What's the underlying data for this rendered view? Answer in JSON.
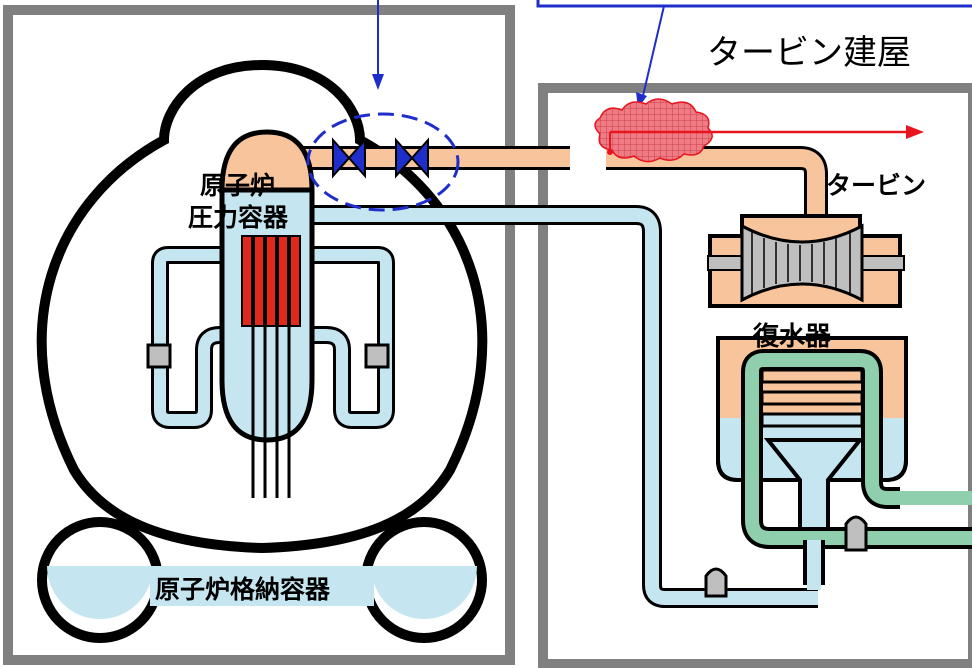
{
  "labels": {
    "turbine_building": "タービン建屋",
    "rpv_line1": "原子炉",
    "rpv_line2": "圧力容器",
    "turbine": "タービン",
    "condenser": "復水器",
    "containment": "原子炉格納容器"
  },
  "colors": {
    "building_wall": "#808080",
    "steam": "#f8c49c",
    "water": "#c5e6f0",
    "condensate": "#8fcfad",
    "valve": "#1f2ecb",
    "callout": "#1f2ecb",
    "leak_cloud": "#ef7b85",
    "leak_arrow": "#e8141e",
    "fuel": "#e0291a"
  },
  "icons": [
    "isolation-valve-icon",
    "pump-icon",
    "leak-cloud-icon"
  ]
}
